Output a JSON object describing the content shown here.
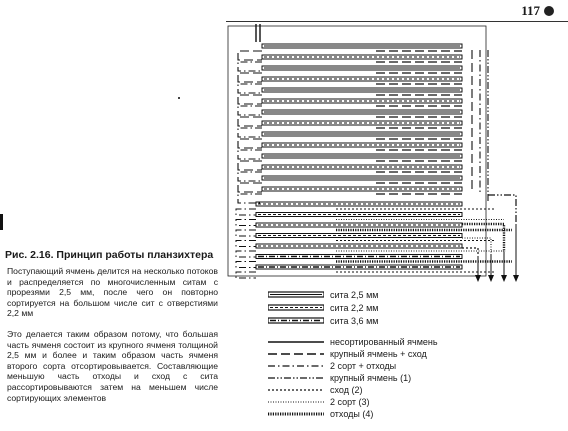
{
  "page_number": "117",
  "figure": {
    "caption_label": "Рис. 2.16.",
    "caption_title": "Принцип работы планзихтера"
  },
  "text": {
    "paragraph1": "Поступающий ячмень делится на несколько потоков и распределяется по многочисленным ситам с прорезями 2,5 мм, после чего он повторно сортируется на большом числе сит с отверстиями 2,2 мм",
    "paragraph2": "Это делается таким образом потому, что большая часть ячменя состоит из крупного ячменя толщиной 2,5 мм и более и таким образом часть ячменя второго сорта отсортировывается. Составляющие меньшую часть отходы и сход с сита рассортировываются затем на меньшем числе сортирующих элементов"
  },
  "legend": {
    "sieves": [
      {
        "label": "сита 2,5 мм",
        "style": "sieve-25"
      },
      {
        "label": "сита 2,2 мм",
        "style": "sieve-22"
      },
      {
        "label": "сита 3,6 мм",
        "style": "sieve-36"
      }
    ],
    "flows": [
      {
        "label": "несортированный ячмень",
        "style": "solid"
      },
      {
        "label": "крупный ячмень + сход",
        "style": "long-dash"
      },
      {
        "label": "2 сорт + отходы",
        "style": "dash-dot"
      },
      {
        "label": "крупный ячмень (1)",
        "style": "dash-dot-dot"
      },
      {
        "label": "сход (2)",
        "style": "dotted"
      },
      {
        "label": "2 сорт (3)",
        "style": "fine-dot"
      },
      {
        "label": "отходы (4)",
        "style": "thick-dot"
      }
    ]
  },
  "colors": {
    "ink": "#1a1a1a"
  }
}
